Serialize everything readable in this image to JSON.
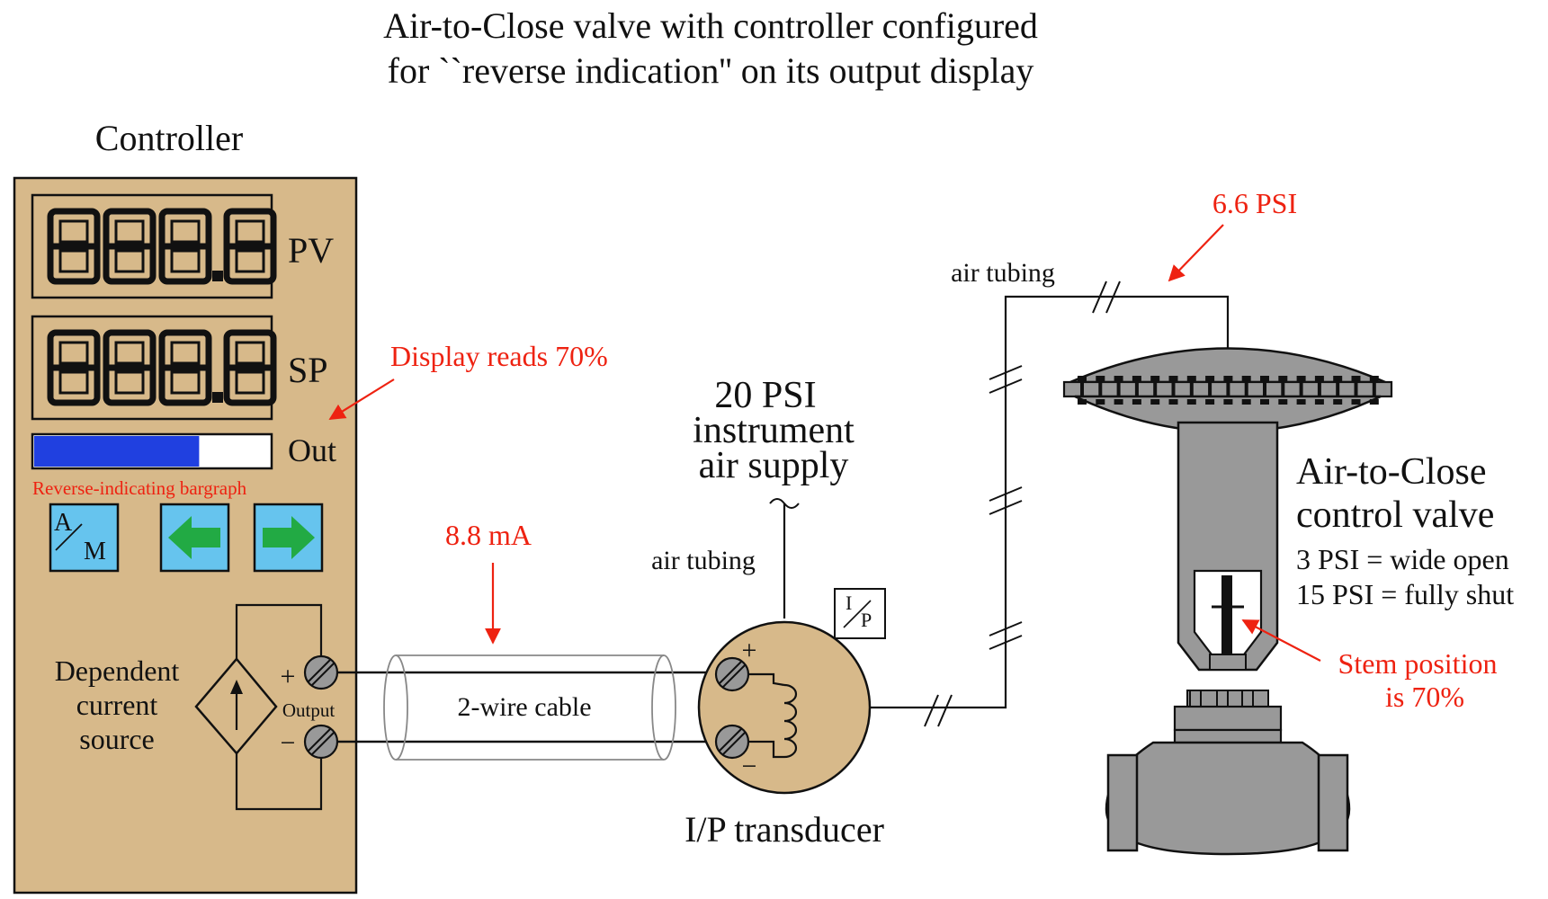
{
  "title": {
    "line1": "Air-to-Close valve with controller configured",
    "line2": "for ``reverse indication'' on its output display"
  },
  "controller": {
    "label": "Controller",
    "pv_label": "PV",
    "sp_label": "SP",
    "out_label": "Out",
    "pv_display": "888.8",
    "sp_display": "888.8",
    "bargraph_percent": 70,
    "bargraph_caption": "Reverse-indicating bargraph",
    "btn_am_top": "A",
    "btn_am_bottom": "M",
    "source_label_1": "Dependent",
    "source_label_2": "current",
    "source_label_3": "source",
    "terminal_plus": "+",
    "terminal_minus": "−",
    "output_label": "Output"
  },
  "annotations": {
    "display_reads": "Display reads 70%",
    "current": "8.8 mA",
    "pressure": "6.6 PSI",
    "stem_1": "Stem position",
    "stem_2": "is 70%"
  },
  "cable_label": "2-wire cable",
  "transducer": {
    "label": "I/P transducer",
    "box_top": "I",
    "box_bottom": "P",
    "plus": "+",
    "minus": "−"
  },
  "air_supply": {
    "line1": "20 PSI",
    "line2": "instrument",
    "line3": "air supply",
    "tilde": "~"
  },
  "tubing": {
    "label_left": "air tubing",
    "label_right": "air tubing"
  },
  "valve": {
    "title1": "Air-to-Close",
    "title2": "control valve",
    "note1": "3 PSI = wide open",
    "note2": "15 PSI = fully shut"
  },
  "colors": {
    "panel": "#d7b98a",
    "bargraph": "#2040e0",
    "button": "#66c4ee",
    "arrow_green": "#22aa44",
    "annotation_red": "#ee2211",
    "valve_gray": "#999999"
  }
}
